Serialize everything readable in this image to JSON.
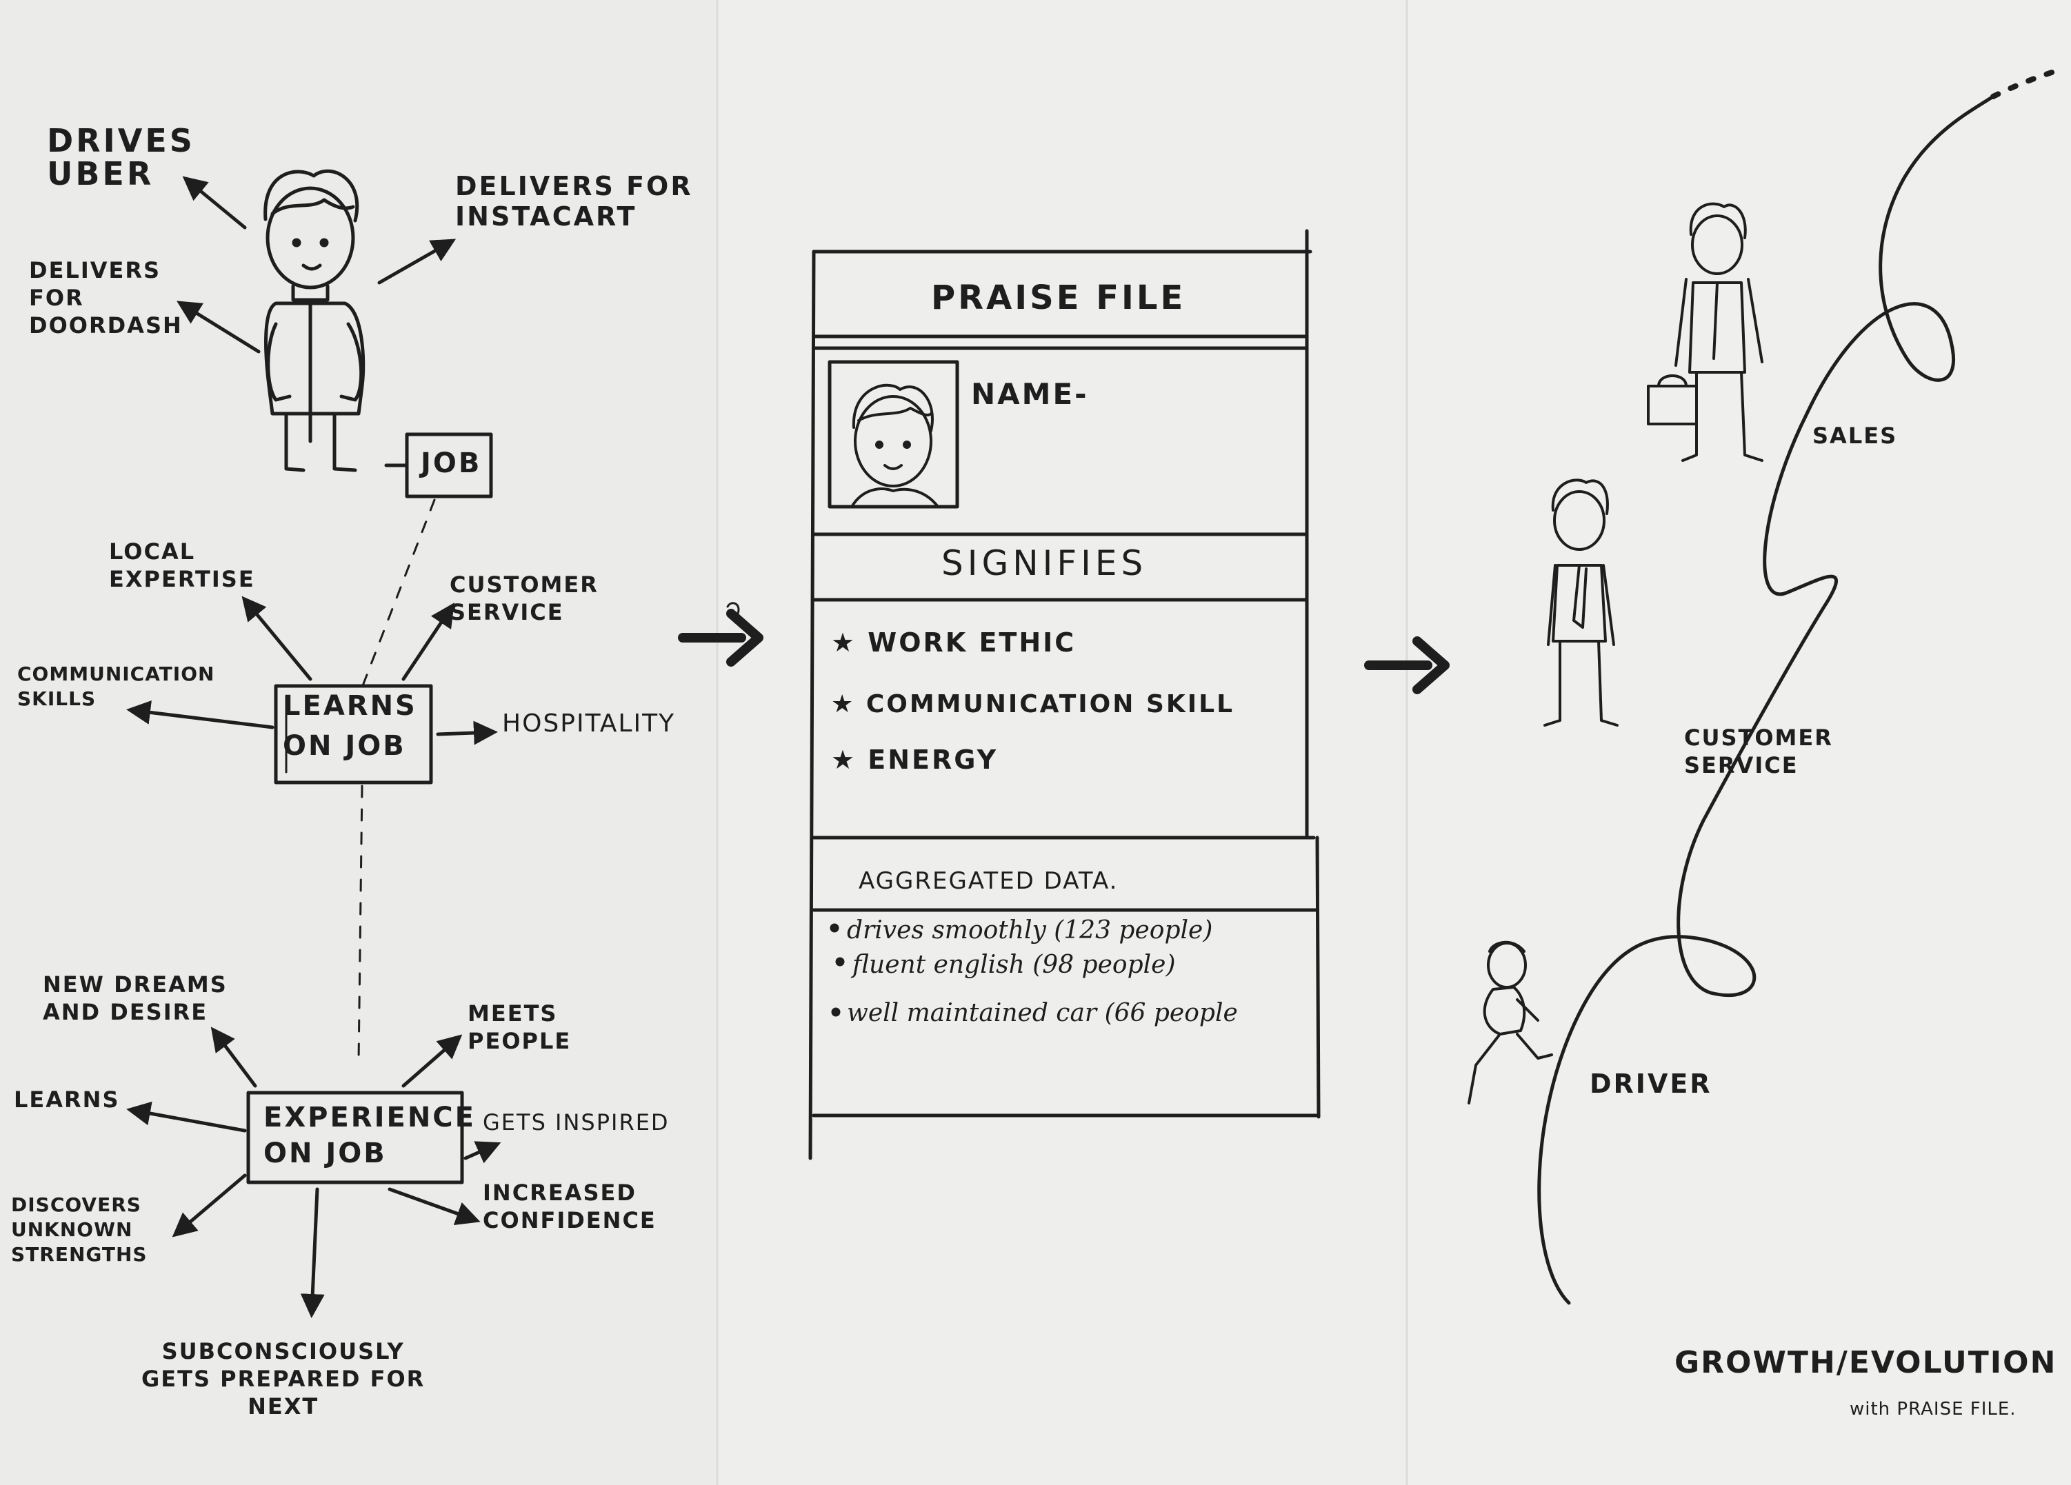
{
  "left": {
    "top_labels": {
      "drives_uber": "DRIVES\nUBER",
      "delivers_doordash": "DELIVERS\nFOR\nDOORDASH",
      "delivers_instacart": "DELIVERS FOR\nINSTACART",
      "job": "JOB"
    },
    "learns": {
      "box": "LEARNS\nON JOB",
      "local_expertise": "LOCAL\nEXPERTISE",
      "customer_service": "CUSTOMER\nSERVICE",
      "communication_skills": "COMMUNICATION\nSKILLS",
      "hospitality": "HOSPITALITY"
    },
    "experience": {
      "box": "EXPERIENCE\nON JOB",
      "new_dreams": "NEW DREAMS\nAND DESIRE",
      "meets_people": "MEETS\nPEOPLE",
      "learns": "LEARNS",
      "gets_inspired": "GETS INSPIRED",
      "discovers": "DISCOVERS\nUNKNOWN\nSTRENGTHS",
      "increased_confidence": "INCREASED\nCONFIDENCE",
      "subconsciously": "SUBCONSCIOUSLY\nGETS PREPARED FOR\nNEXT"
    }
  },
  "card": {
    "title": "PRAISE FILE",
    "name_label": "NAME-",
    "signifies_title": "SIGNIFIES",
    "signifies_items": [
      "WORK ETHIC",
      "COMMUNICATION SKILL",
      "ENERGY"
    ],
    "aggregated_title": "AGGREGATED DATA.",
    "aggregated_items": [
      "drives smoothly (123 people)",
      "fluent english (98 people)",
      "well maintained car (66 people"
    ]
  },
  "growth": {
    "stages": [
      "SALES",
      "CUSTOMER\nSERVICE",
      "DRIVER"
    ],
    "title": "GROWTH/EVOLUTION",
    "subtitle": "with PRAISE FILE."
  },
  "colors": {
    "paper": "#e8e8e6",
    "ink": "#1e1e1e",
    "pencil": "#555555"
  }
}
